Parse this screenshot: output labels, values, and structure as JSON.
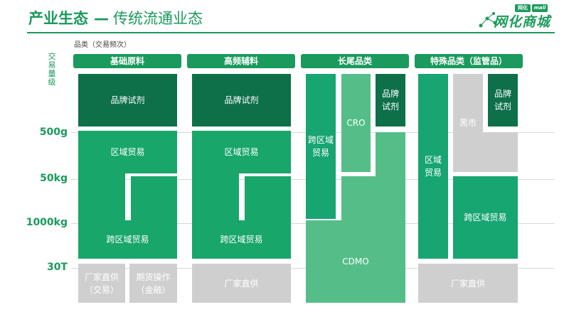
{
  "title": {
    "main": "产业生态",
    "sep": "—",
    "sub": "传统流通业态"
  },
  "logo": {
    "text": "网化商城",
    "badge_left": "网化",
    "badge_right": "mall"
  },
  "axis": {
    "x_title": "品类（交易频次）",
    "y_title": "交易量级",
    "ticks": [
      "500g",
      "50kg",
      "1000kg",
      "30T"
    ]
  },
  "columns": [
    {
      "header": "基础原料"
    },
    {
      "header": "高频辅料"
    },
    {
      "header": "长尾品类"
    },
    {
      "header": "特殊品类（监管品）"
    }
  ],
  "blocks": {
    "c1_brand": "品牌试剂",
    "c1_region": "区域贸易",
    "c1_cross": "跨区域贸易",
    "c1_factory": "厂家直供\n（交易）",
    "c1_futures": "期货操作\n（金融）",
    "c2_brand": "品牌试剂",
    "c2_region": "区域贸易",
    "c2_cross": "跨区域贸易",
    "c2_factory": "厂家直供",
    "c3_cross": "跨区域\n贸易",
    "c3_cro": "CRO",
    "c3_brand": "品牌\n试剂",
    "c3_cdmo": "CDMO",
    "c4_region": "区域\n贸易",
    "c4_black": "黑市",
    "c4_brand": "品牌\n试剂",
    "c4_cross": "跨区域贸易",
    "c4_factory": "厂家直供"
  },
  "colors": {
    "brand": "#1a9a5c",
    "dark_block": "#0e7048",
    "mid_block": "#18a66a",
    "light_block": "#55be88",
    "gray_block": "#cfcfcf"
  }
}
